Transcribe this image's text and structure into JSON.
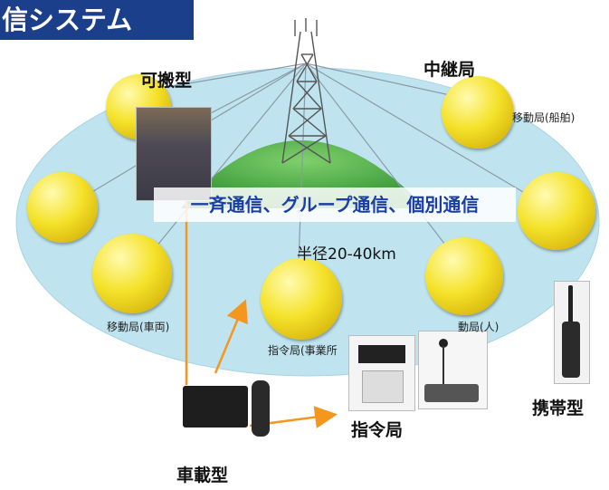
{
  "title": "信システム",
  "labels": {
    "portable": "可搬型",
    "relay": "中継局",
    "mobile_ship": "移動局(船舶)",
    "mobile_vehicle": "移動局(車両)",
    "mobile_person": "動局(人)",
    "dispatch_office": "指令局(事業所",
    "handheld": "携帯型",
    "dispatch": "指令局",
    "vehicle_mounted": "車載型"
  },
  "banner": "一斉通信、グループ通信、個別通信",
  "radius": "半径20-40km",
  "colors": {
    "title_bg": "#1c3f8c",
    "banner_text": "#1a3ea8",
    "ellipse": "#bfe4ef",
    "arrow": "#f5961e",
    "hill": "#3fa53a"
  }
}
